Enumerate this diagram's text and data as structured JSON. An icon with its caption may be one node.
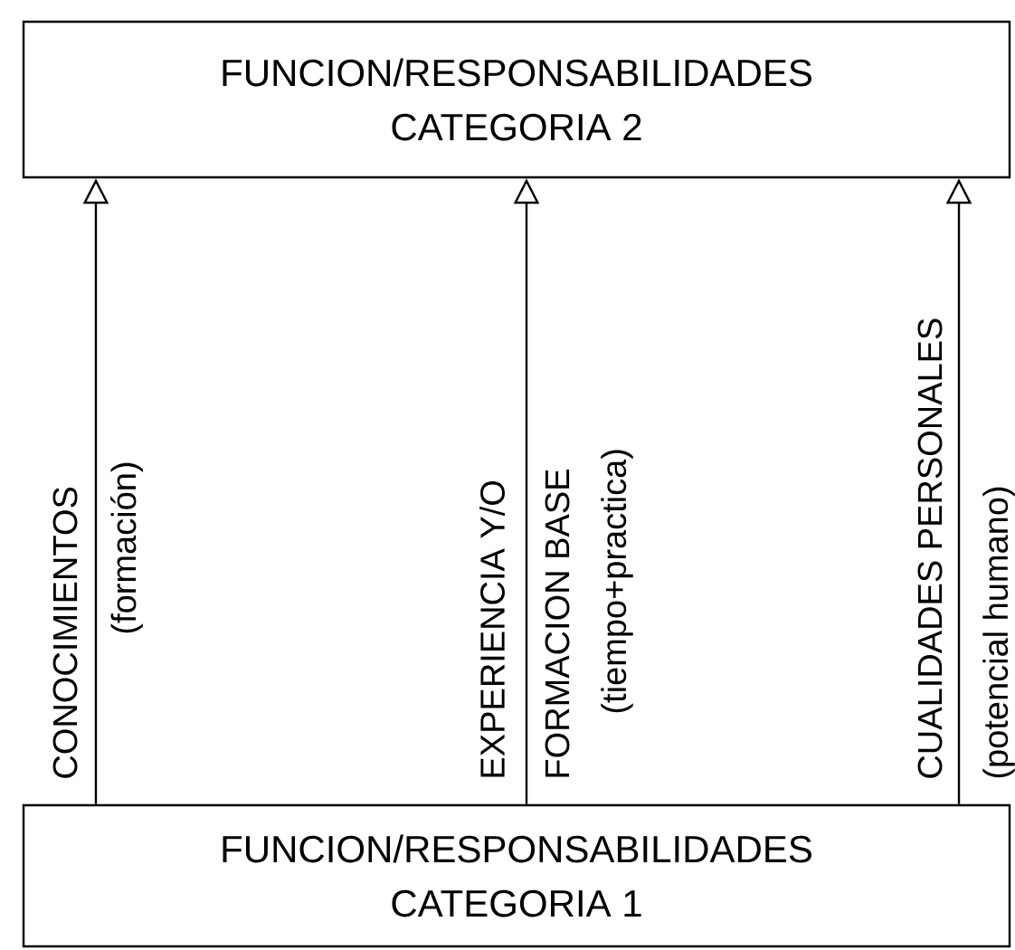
{
  "diagram": {
    "nodes": [
      {
        "text": [
          "FUNCION/RESPONSABILIDADES",
          "CATEGORIA 2"
        ]
      },
      {
        "text": [
          "FUNCION/RESPONSABILIDADES",
          "CATEGORIA 1"
        ]
      }
    ],
    "edges": [
      {
        "from": 1,
        "to": 0,
        "arrow": "to",
        "label": "CONOCIMIENTOS"
      },
      {
        "from": 1,
        "to": 0,
        "arrow": "to",
        "label": "EXPERIENCIA Y/O"
      },
      {
        "from": 1,
        "to": 0,
        "arrow": "to",
        "label": "CUALIDADES PERSONALES"
      }
    ],
    "labels": [
      "(formación)",
      "FORMACION BASE",
      "(tiempo+practica)",
      "(potencial humano)"
    ]
  }
}
